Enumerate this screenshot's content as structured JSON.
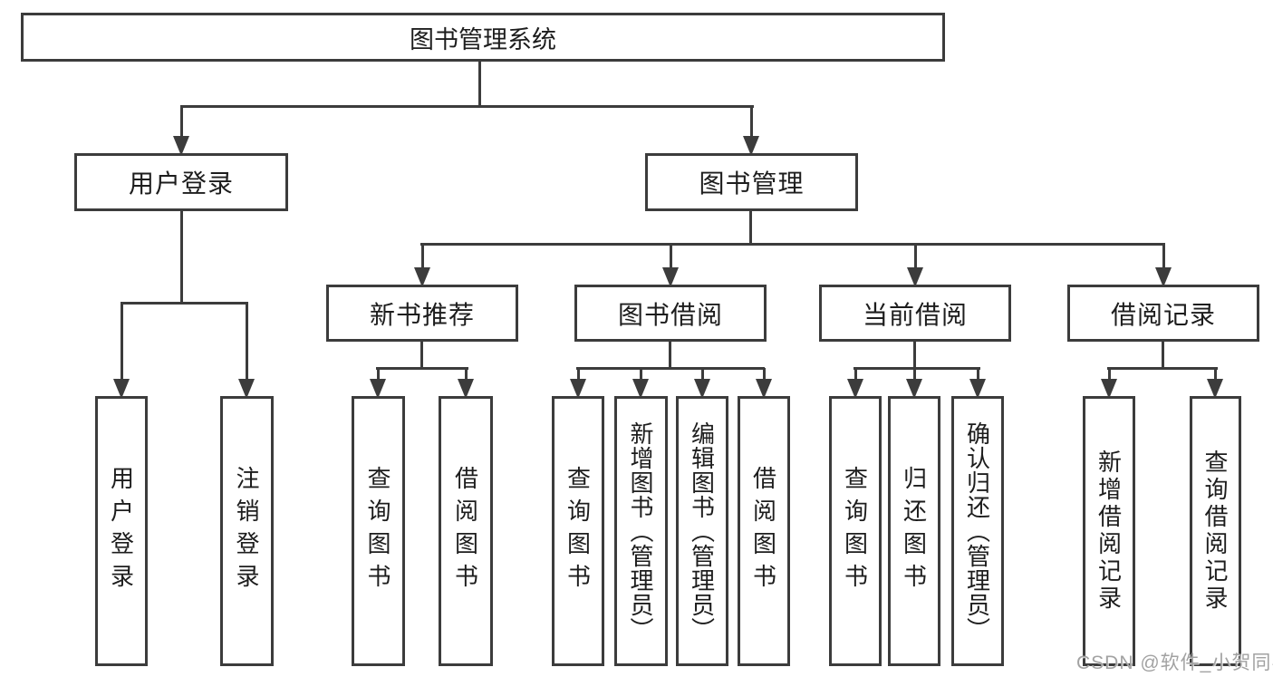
{
  "colors": {
    "line": "#3c3c3c",
    "text": "#1d1d1d",
    "background": "#ffffff",
    "watermark": "#a2a2a2"
  },
  "tree": {
    "root": "图书管理系统",
    "branches": [
      {
        "label": "用户登录",
        "children": [
          {
            "label": "用户登录"
          },
          {
            "label": "注销登录"
          }
        ]
      },
      {
        "label": "图书管理",
        "children": [
          {
            "label": "新书推荐",
            "children": [
              {
                "label": "查询图书"
              },
              {
                "label": "借阅图书"
              }
            ]
          },
          {
            "label": "图书借阅",
            "children": [
              {
                "label": "查询图书"
              },
              {
                "label": "新增图书（管理员）"
              },
              {
                "label": "编辑图书（管理员）"
              },
              {
                "label": "借阅图书"
              }
            ]
          },
          {
            "label": "当前借阅",
            "children": [
              {
                "label": "查询图书"
              },
              {
                "label": "归还图书"
              },
              {
                "label": "确认归还（管理员）"
              }
            ]
          },
          {
            "label": "借阅记录",
            "children": [
              {
                "label": "新增借阅记录"
              },
              {
                "label": "查询借阅记录"
              }
            ]
          }
        ]
      }
    ]
  },
  "watermark": {
    "text": "CSDN @软件_小贺同学"
  }
}
